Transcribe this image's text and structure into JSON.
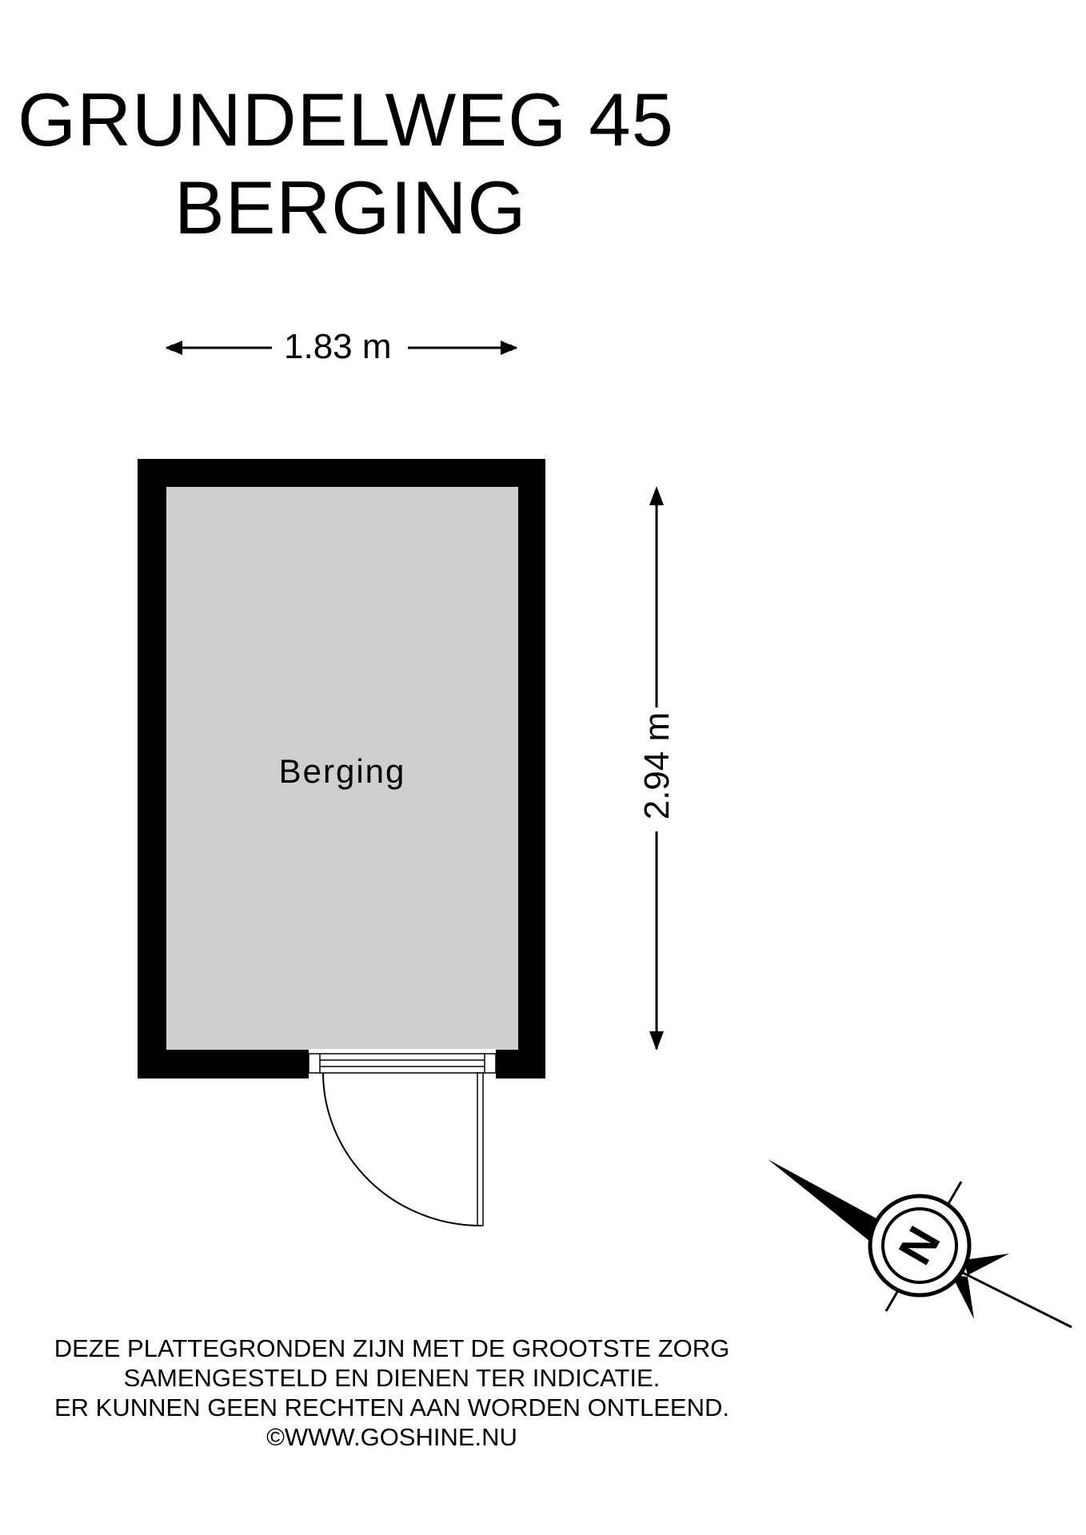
{
  "header": {
    "address": "GRUNDELWEG 45",
    "floor": "BERGING"
  },
  "plan": {
    "room_name": "Berging",
    "width_label": "1.83 m",
    "depth_label": "2.94 m",
    "colors": {
      "wall": "#000000",
      "floor": "#cfcfcf",
      "background": "#ffffff"
    }
  },
  "compass": {
    "label": "N",
    "icon": "compass-rose-icon"
  },
  "disclaimer": {
    "lines": [
      "DEZE PLATTEGRONDEN ZIJN MET DE GROOTSTE ZORG",
      "SAMENGESTELD EN DIENEN TER INDICATIE.",
      "ER KUNNEN GEEN RECHTEN AAN WORDEN ONTLEEND.",
      "©WWW.GOSHINE.NU"
    ]
  }
}
